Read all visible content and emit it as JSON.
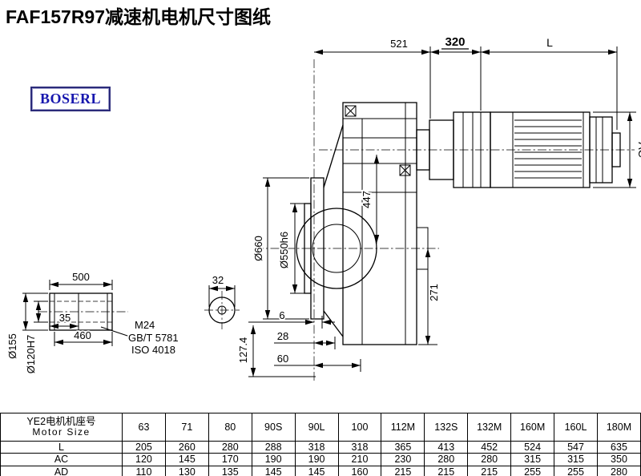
{
  "title": "FAF157R97减速机电机尺寸图纸",
  "logo": {
    "text": "BOSERL"
  },
  "drawing": {
    "dims": {
      "len_gearbox": "521",
      "len_adapter": "320",
      "len_motor": "L",
      "motor_diameter": "AC",
      "flange_od": "Ø660",
      "flange_spigot": "Ø550h6",
      "axis_height": "447",
      "body_height": "271",
      "shaft_len_total": "500",
      "shaft_step": "35",
      "shaft_len_inner": "460",
      "shaft_od": "Ø155",
      "shaft_bore": "Ø120H7",
      "end_circle": "32",
      "thread": "M24",
      "thread_std1": "GB/T 5781",
      "thread_std2": "ISO 4018",
      "face_step1": "6",
      "face_step2": "28",
      "face_step3": "60",
      "face_height": "127.4"
    }
  },
  "table": {
    "header": {
      "line1": "YE2电机机座号",
      "line2": "Motor Size"
    },
    "columns": [
      "63",
      "71",
      "80",
      "90S",
      "90L",
      "100",
      "112M",
      "132S",
      "132M",
      "160M",
      "160L",
      "180M"
    ],
    "rows": [
      {
        "label": "L",
        "values": [
          "205",
          "260",
          "280",
          "288",
          "318",
          "318",
          "365",
          "413",
          "452",
          "524",
          "547",
          "635"
        ]
      },
      {
        "label": "AC",
        "values": [
          "120",
          "145",
          "170",
          "190",
          "190",
          "210",
          "230",
          "280",
          "280",
          "315",
          "315",
          "350"
        ]
      },
      {
        "label": "AD",
        "values": [
          "110",
          "130",
          "135",
          "145",
          "145",
          "160",
          "215",
          "215",
          "215",
          "255",
          "255",
          "280"
        ]
      }
    ]
  }
}
